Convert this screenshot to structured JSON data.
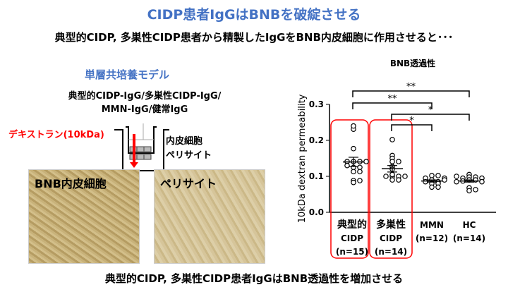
{
  "title": "CIDP患者IgGはBNBを破綻させる",
  "subtitle": "典型的CIDP, 多巣性CIDP患者から精製したIgGをBNB内皮細胞に作用させると･･･",
  "model": {
    "title": "単層共培養モデル",
    "igg_line1": "典型的CIDP-IgG/多巣性CIDP-IgG/",
    "igg_line2": "MMN-IgG/健常IgG",
    "dextran": "デキストラン(10kDa)",
    "endothelial": "内皮細胞",
    "pericyte": "ペリサイト"
  },
  "photos": [
    {
      "label": "BNB内皮細胞"
    },
    {
      "label": "ペリサイト"
    }
  ],
  "footer": "典型的CIDP, 多巣性CIDP患者IgGはBNB透過性を増加させる",
  "colors": {
    "accent": "#4472c4",
    "highlight": "#ff0000"
  },
  "chart_data": {
    "type": "scatter",
    "title": "BNB透過性",
    "ylabel": "10kDa dextran permeability",
    "xlabel": "",
    "ylim": [
      0,
      0.3
    ],
    "yticks": [
      "0.0",
      "0.1",
      "0.2",
      "0.3"
    ],
    "grid": false,
    "groups": [
      {
        "name": "典型的CIDP",
        "label": [
          "典型的",
          "CIDP",
          "(n=15)"
        ],
        "highlighted": true,
        "mean": 0.14,
        "sem": 0.013,
        "values": [
          0.231,
          0.24,
          0.177,
          0.141,
          0.141,
          0.141,
          0.125,
          0.125,
          0.13,
          0.113,
          0.113,
          0.088,
          0.083,
          0.088,
          0.141
        ]
      },
      {
        "name": "多巣性CIDP",
        "label": [
          "多巣性",
          "CIDP",
          "(n=14)"
        ],
        "highlighted": true,
        "mean": 0.121,
        "sem": 0.009,
        "values": [
          0.202,
          0.158,
          0.15,
          0.141,
          0.141,
          0.127,
          0.12,
          0.1,
          0.1,
          0.1,
          0.1,
          0.09,
          0.09,
          0.105
        ]
      },
      {
        "name": "MMN",
        "label": [
          "MMN",
          "(n=12)"
        ],
        "highlighted": false,
        "mean": 0.087,
        "sem": 0.003,
        "values": [
          0.102,
          0.102,
          0.095,
          0.095,
          0.09,
          0.085,
          0.085,
          0.08,
          0.08,
          0.07,
          0.07,
          0.09
        ]
      },
      {
        "name": "HC",
        "label": [
          "HC",
          "(n=14)"
        ],
        "highlighted": false,
        "mean": 0.087,
        "sem": 0.003,
        "values": [
          0.105,
          0.098,
          0.098,
          0.095,
          0.095,
          0.09,
          0.09,
          0.087,
          0.085,
          0.085,
          0.068,
          0.06,
          0.063,
          0.1
        ]
      }
    ],
    "significance": [
      {
        "from": 0,
        "to": 3,
        "label": "**"
      },
      {
        "from": 0,
        "to": 2,
        "label": "**"
      },
      {
        "from": 1,
        "to": 3,
        "label": "*"
      },
      {
        "from": 1,
        "to": 2,
        "label": "*"
      }
    ]
  }
}
